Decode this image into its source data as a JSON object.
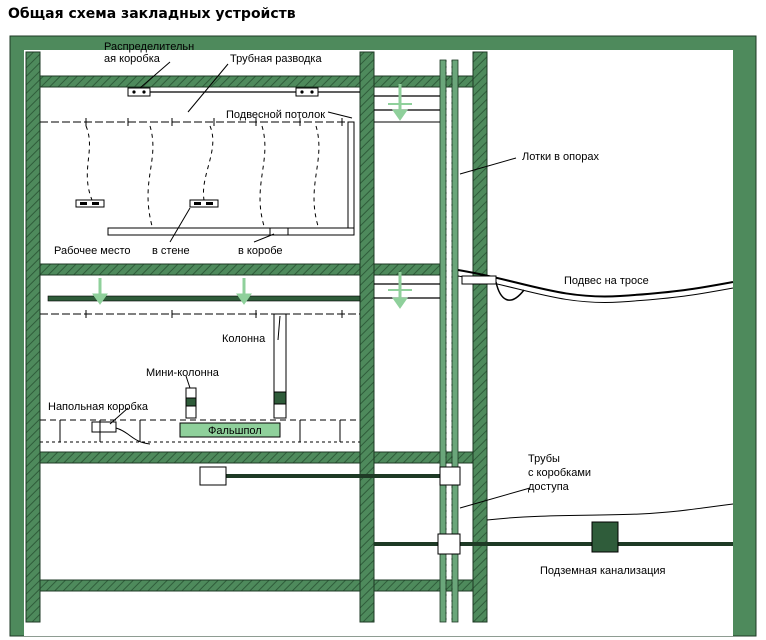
{
  "title": "Общая схема закладных устройств",
  "labels": {
    "distribution_box_line1": "Распределительн",
    "distribution_box_line2": "ая коробка",
    "pipe_wiring": "Трубная разводка",
    "suspended_ceiling": "Подвесной потолок",
    "trays_in_supports": "Лотки в опорах",
    "workplace": "Рабочее место",
    "in_wall": "в стене",
    "in_box": "в коробе",
    "cable_suspension": "Подвес на тросе",
    "column": "Колонна",
    "mini_column": "Мини-колонна",
    "floor_box": "Напольная коробка",
    "raised_floor": "Фальшпол",
    "pipes_line1": "Трубы",
    "pipes_line2": "с коробками",
    "pipes_line3": "доступа",
    "underground_duct": "Подземная канализация"
  },
  "colors": {
    "wall": "#4e8a5c",
    "wall_stroke": "#1e3a25",
    "arrow": "#8fd09b",
    "line": "#000000"
  }
}
